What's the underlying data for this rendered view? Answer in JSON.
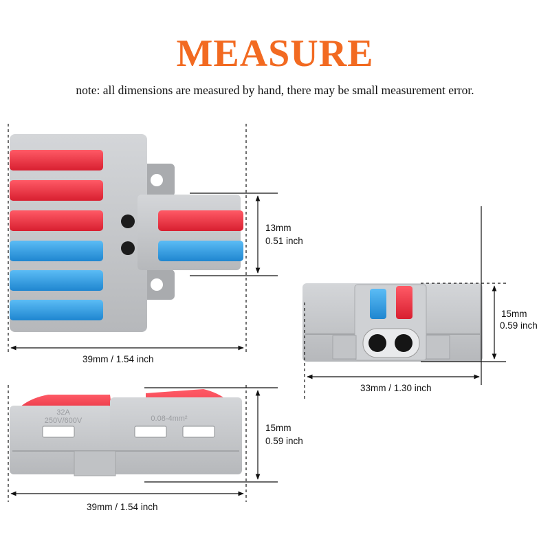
{
  "title": "MEASURE",
  "note": "note: all dimensions are measured by hand, there may be small measurement error.",
  "views": {
    "top": {
      "width_label": "39mm / 1.54 inch",
      "height_mm": "13mm",
      "height_inch": "0.51 inch"
    },
    "end": {
      "width_label": "33mm / 1.30 inch",
      "height_mm": "15mm",
      "height_inch": "0.59 inch"
    },
    "side": {
      "width_label": "39mm / 1.54 inch",
      "height_mm": "15mm",
      "height_inch": "0.59 inch",
      "rating_current": "32A",
      "rating_voltage": "250V/600V",
      "wire_range": "0.08-4mm²"
    }
  },
  "colors": {
    "title": "#f26a21",
    "housing": "#c3c5c8",
    "lever_red": "#e5283a",
    "lever_blue": "#2f9be0"
  }
}
